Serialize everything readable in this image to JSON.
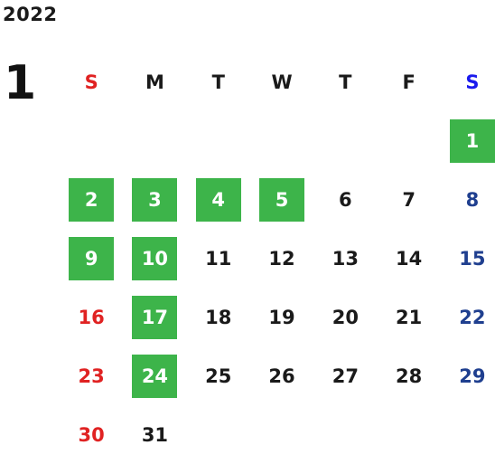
{
  "calendar": {
    "year": "2022",
    "month": "1",
    "weekdays": [
      "S",
      "M",
      "T",
      "W",
      "T",
      "F",
      "S"
    ],
    "weeks": [
      [
        null,
        null,
        null,
        null,
        null,
        null,
        {
          "day": "1",
          "highlight": true
        }
      ],
      [
        {
          "day": "2",
          "highlight": true
        },
        {
          "day": "3",
          "highlight": true
        },
        {
          "day": "4",
          "highlight": true
        },
        {
          "day": "5",
          "highlight": true
        },
        {
          "day": "6",
          "highlight": false
        },
        {
          "day": "7",
          "highlight": false
        },
        {
          "day": "8",
          "highlight": false
        }
      ],
      [
        {
          "day": "9",
          "highlight": true
        },
        {
          "day": "10",
          "highlight": true
        },
        {
          "day": "11",
          "highlight": false
        },
        {
          "day": "12",
          "highlight": false
        },
        {
          "day": "13",
          "highlight": false
        },
        {
          "day": "14",
          "highlight": false
        },
        {
          "day": "15",
          "highlight": false
        }
      ],
      [
        {
          "day": "16",
          "highlight": false
        },
        {
          "day": "17",
          "highlight": true
        },
        {
          "day": "18",
          "highlight": false
        },
        {
          "day": "19",
          "highlight": false
        },
        {
          "day": "20",
          "highlight": false
        },
        {
          "day": "21",
          "highlight": false
        },
        {
          "day": "22",
          "highlight": false
        }
      ],
      [
        {
          "day": "23",
          "highlight": false
        },
        {
          "day": "24",
          "highlight": true
        },
        {
          "day": "25",
          "highlight": false
        },
        {
          "day": "26",
          "highlight": false
        },
        {
          "day": "27",
          "highlight": false
        },
        {
          "day": "28",
          "highlight": false
        },
        {
          "day": "29",
          "highlight": false
        }
      ],
      [
        {
          "day": "30",
          "highlight": false
        },
        {
          "day": "31",
          "highlight": false
        },
        null,
        null,
        null,
        null,
        null
      ]
    ]
  },
  "colors": {
    "highlight_bg": "#3db44a",
    "highlight_text": "#ffffff",
    "sunday": "#e02222",
    "saturday": "#1f3f8f",
    "saturday_header": "#1a1aee",
    "weekday": "#1a1a1a"
  }
}
